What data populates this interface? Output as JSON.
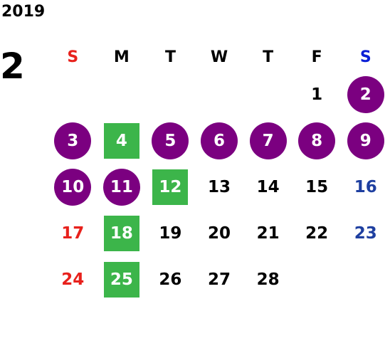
{
  "calendar": {
    "year": "2019",
    "month": "2",
    "weekdays": [
      {
        "label": "S",
        "color": "#e8211c"
      },
      {
        "label": "M",
        "color": "#000000"
      },
      {
        "label": "T",
        "color": "#000000"
      },
      {
        "label": "W",
        "color": "#000000"
      },
      {
        "label": "T",
        "color": "#000000"
      },
      {
        "label": "F",
        "color": "#000000"
      },
      {
        "label": "S",
        "color": "#0a1fd6"
      }
    ],
    "colors": {
      "circle_highlight": "#7b0080",
      "square_highlight": "#3cb54a",
      "sunday_text": "#e8211c",
      "saturday_text": "#1e3fa0",
      "default_text": "#000000"
    },
    "weeks": [
      [
        null,
        null,
        null,
        null,
        null,
        {
          "day": "1"
        },
        {
          "day": "2",
          "style": "circle"
        }
      ],
      [
        {
          "day": "3",
          "style": "circle"
        },
        {
          "day": "4",
          "style": "square"
        },
        {
          "day": "5",
          "style": "circle"
        },
        {
          "day": "6",
          "style": "circle"
        },
        {
          "day": "7",
          "style": "circle"
        },
        {
          "day": "8",
          "style": "circle"
        },
        {
          "day": "9",
          "style": "circle"
        }
      ],
      [
        {
          "day": "10",
          "style": "circle"
        },
        {
          "day": "11",
          "style": "circle"
        },
        {
          "day": "12",
          "style": "square"
        },
        {
          "day": "13"
        },
        {
          "day": "14"
        },
        {
          "day": "15"
        },
        {
          "day": "16"
        }
      ],
      [
        {
          "day": "17"
        },
        {
          "day": "18",
          "style": "square"
        },
        {
          "day": "19"
        },
        {
          "day": "20"
        },
        {
          "day": "21"
        },
        {
          "day": "22"
        },
        {
          "day": "23"
        }
      ],
      [
        {
          "day": "24"
        },
        {
          "day": "25",
          "style": "square"
        },
        {
          "day": "26"
        },
        {
          "day": "27"
        },
        {
          "day": "28"
        },
        null,
        null
      ]
    ]
  }
}
